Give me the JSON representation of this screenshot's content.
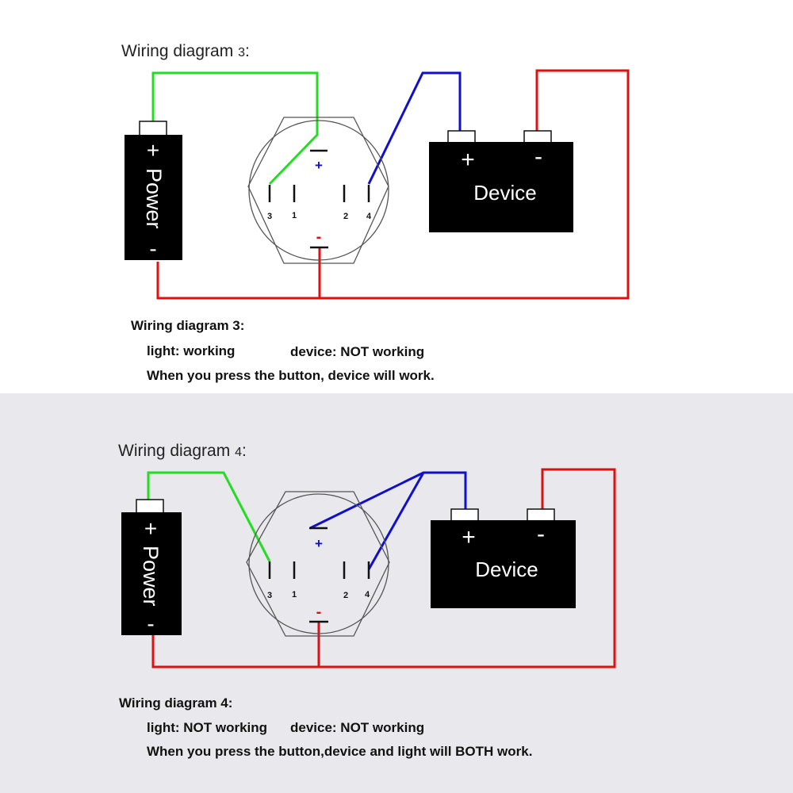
{
  "diagram3": {
    "title_text": "Wiring diagram",
    "title_num": "3",
    "title_colon": ":",
    "power_plus": "+",
    "power_label": "Power",
    "power_minus": "-",
    "pin_plus": "+",
    "pin_minus": "-",
    "pin_3": "3",
    "pin_1": "1",
    "pin_2": "2",
    "pin_4": "4",
    "device_plus": "+",
    "device_minus": "-",
    "device_label": "Device",
    "caption_title": "Wiring diagram 3:",
    "light_status": "light: working",
    "device_status": "device: NOT working",
    "note": "When you press the button, device will work."
  },
  "diagram4": {
    "title_text": "Wiring diagram",
    "title_num": "4",
    "title_colon": ":",
    "power_plus": "+",
    "power_label": "Power",
    "power_minus": "-",
    "pin_plus": "+",
    "pin_minus": "-",
    "pin_3": "3",
    "pin_1": "1",
    "pin_2": "2",
    "pin_4": "4",
    "device_plus": "+",
    "device_minus": "-",
    "device_label": "Device",
    "caption_title": "Wiring diagram 4:",
    "light_status": "light: NOT working",
    "device_status": "device: NOT working",
    "note": "When you press the button,device and light will BOTH work."
  },
  "colors": {
    "positive_wire": "#22dd22",
    "signal_wire": "#1010cc",
    "negative_wire": "#dd1111",
    "panel2_background": "#e9e8ec"
  }
}
